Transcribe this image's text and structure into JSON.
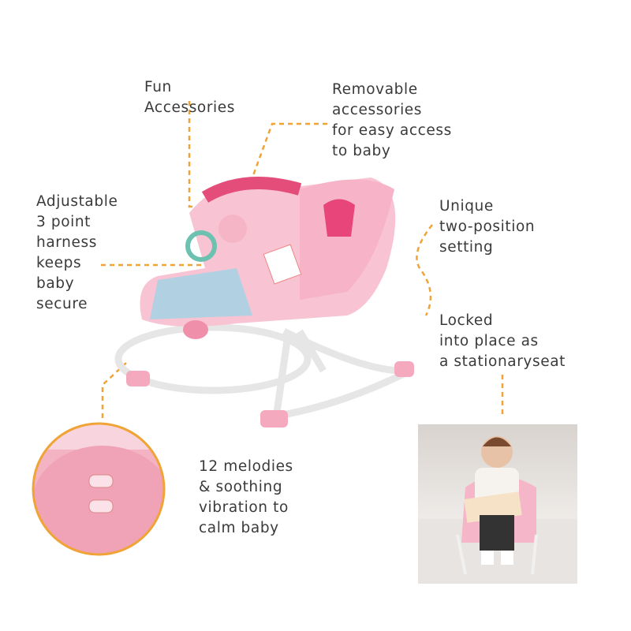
{
  "features": {
    "fun_accessories": "Fun\nAccessories",
    "removable": "Removable\naccessories\nfor easy access\nto baby",
    "harness": "Adjustable\n3 point\nharness\nkeeps\nbaby\nsecure",
    "two_position": "Unique\ntwo-position\nsetting",
    "locked": "Locked\ninto place as\na stationaryseat",
    "melodies": "12 melodies\n& soothing\nvibration to\ncalm baby"
  },
  "colors": {
    "accent_line": "#f0a437",
    "product_pink": "#f4b6c8",
    "text": "#3a3a3a"
  }
}
